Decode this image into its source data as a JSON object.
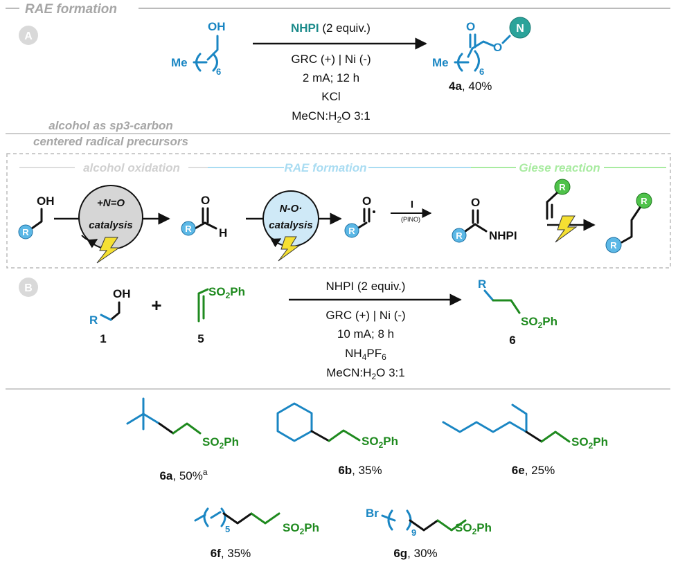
{
  "colors": {
    "blue": "#1a86c3",
    "green": "#1f8a1f",
    "teal": "#2ba39a",
    "gray": "#a6a6a6",
    "bolt": "#f5e032"
  },
  "section_a": {
    "header": "RAE formation",
    "label": "A",
    "reactant": {
      "oh": "OH",
      "me": "Me",
      "sub": "6"
    },
    "conditions": {
      "reagent": "NHPI",
      "reagent_amount": " (2 equiv.)",
      "line2": "GRC (+) | Ni (-)",
      "line3": "2 mA; 12 h",
      "line4": "KCl",
      "line5_a": "MeCN:H",
      "line5_sub": "2",
      "line5_b": "O 3:1"
    },
    "product": {
      "o": "O",
      "o2": "O",
      "n": "N",
      "me": "Me",
      "sub": "6",
      "id": "4a",
      "yield": ", 40%"
    }
  },
  "mechanism": {
    "header_line1": "alcohol as sp3-carbon",
    "header_line2": "centered radical precursors",
    "stage1": "alcohol oxidation",
    "stage2": "RAE formation",
    "stage3": "Giese reaction",
    "catalyst1_a": "+N",
    "catalyst1_b": "O",
    "catalyst1_c": "catalysis",
    "catalyst2_a": "N-O·",
    "catalyst2_b": "catalysis",
    "oh": "OH",
    "o": "O",
    "h": "H",
    "reagent_i": "I",
    "reagent_pino": "(PINO)",
    "nhpi": "NHPI",
    "r": "R"
  },
  "section_b": {
    "label": "B",
    "alcohol": {
      "oh": "OH",
      "r": "R",
      "id": "1"
    },
    "plus": "+",
    "sulfone": {
      "text": "SO",
      "sub": "2",
      "ph": "Ph",
      "id": "5"
    },
    "conditions": {
      "line1": "NHPI (2 equiv.)",
      "line2": "GRC (+) | Ni (-)",
      "line3": "10 mA; 8 h",
      "line4_a": "NH",
      "line4_sub1": "4",
      "line4_b": "PF",
      "line4_sub2": "6",
      "line5_a": "MeCN:H",
      "line5_sub": "2",
      "line5_b": "O 3:1"
    },
    "product": {
      "r": "R",
      "text": "SO",
      "sub": "2",
      "ph": "Ph",
      "id": "6"
    }
  },
  "products": [
    {
      "id": "6a",
      "yield": ", 50%",
      "note": "a"
    },
    {
      "id": "6b",
      "yield": ", 35%"
    },
    {
      "id": "6e",
      "yield": ", 25%"
    },
    {
      "id": "6f",
      "yield": ", 35%",
      "sub": "5"
    },
    {
      "id": "6g",
      "yield": ", 30%",
      "br": "Br",
      "sub": "9"
    }
  ],
  "so2ph": {
    "so": "SO",
    "sub": "2",
    "ph": "Ph"
  }
}
